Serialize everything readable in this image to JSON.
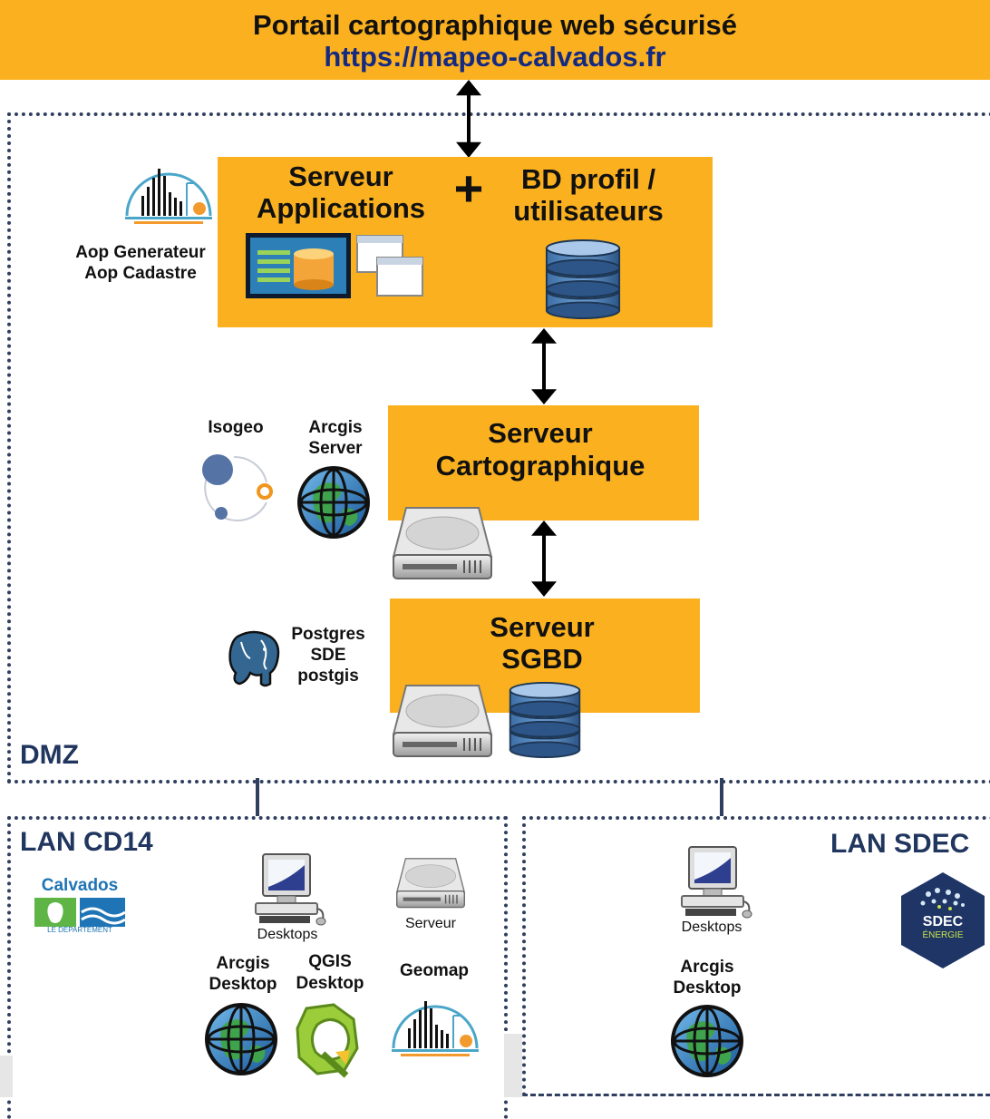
{
  "banner": {
    "title": "Portail cartographique web sécurisé",
    "url": "https://mapeo-calvados.fr"
  },
  "dmz": {
    "label": "DMZ",
    "app_server": {
      "title_line1": "Serveur",
      "title_line2": "Applications",
      "plus": "+",
      "db_line1": "BD profil /",
      "db_line2": "utilisateurs"
    },
    "app_software": [
      "Aop Generateur",
      "Aop Cadastre"
    ],
    "map_server": {
      "title_line1": "Serveur",
      "title_line2": "Cartographique"
    },
    "map_software": {
      "isogeo": "Isogeo",
      "arcgis_line1": "Arcgis",
      "arcgis_line2": "Server"
    },
    "db_server": {
      "title_line1": "Serveur",
      "title_line2": "SGBD"
    },
    "db_software": [
      "Postgres",
      "SDE",
      "postgis"
    ]
  },
  "lan_cd14": {
    "label": "LAN CD14",
    "logo_name": "Calvados",
    "logo_sub": "LE DÉPARTEMENT",
    "desktops": "Desktops",
    "serveur": "Serveur",
    "arcgis_line1": "Arcgis",
    "arcgis_line2": "Desktop",
    "qgis_line1": "QGIS",
    "qgis_line2": "Desktop",
    "geomap": "Geomap"
  },
  "lan_sdec": {
    "label": "LAN SDEC",
    "logo_line1": "SDEC",
    "logo_line2": "ÉNERGIE",
    "desktops": "Desktops",
    "arcgis_line1": "Arcgis",
    "arcgis_line2": "Desktop"
  },
  "colors": {
    "orange": "#fbb11f",
    "navy": "#21365e",
    "url_blue": "#142a82",
    "dots": "#2f3f5f"
  }
}
